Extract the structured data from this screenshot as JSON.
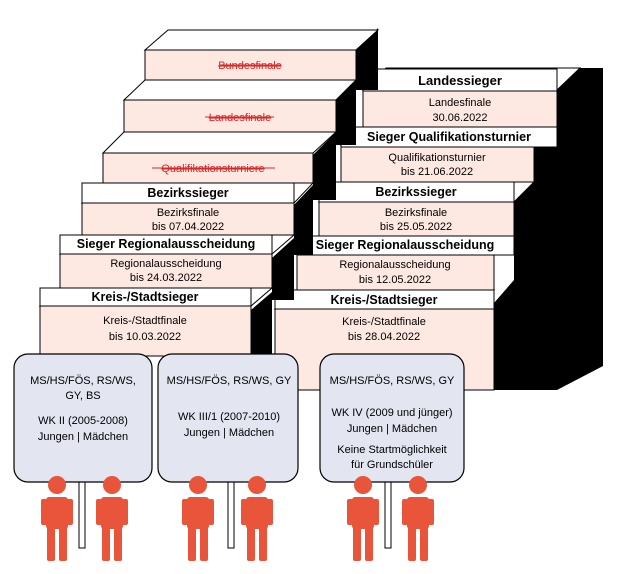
{
  "left_column": {
    "bundesfinale": "Bundesfinale",
    "landesfinale": "Landesfinale",
    "qualifikationsturniere": "Qualifikationsturniere",
    "bezirk": {
      "title": "Bezirkssieger",
      "line1": "Bezirksfinale",
      "line2": "bis 07.04.2022"
    },
    "regional": {
      "title": "Sieger Regionalausscheidung",
      "line1": "Regionalausscheidung",
      "line2": "bis 24.03.2022"
    },
    "kreis": {
      "title": "Kreis-/Stadtsieger",
      "line1": "Kreis-/Stadtfinale",
      "line2": "bis 10.03.2022"
    }
  },
  "right_column": {
    "landes": {
      "title": "Landessieger",
      "line1": "Landesfinale",
      "line2": "30.06.2022"
    },
    "quali": {
      "title": "Sieger Qualifikationsturnier",
      "line1": "Qualifikationsturnier",
      "line2": "bis 21.06.2022"
    },
    "bezirk": {
      "title": "Bezirkssieger",
      "line1": "Bezirksfinale",
      "line2": "bis 25.05.2022"
    },
    "regional": {
      "title": "Sieger Regionalausscheidung",
      "line1": "Regionalausscheidung",
      "line2": "bis 12.05.2022"
    },
    "kreis": {
      "title": "Kreis-/Stadtsieger",
      "line1": "Kreis-/Stadtfinale",
      "line2": "bis 28.04.2022"
    }
  },
  "signs": [
    {
      "schools1": "MS/HS/FÖS, RS/WS,",
      "schools2": "GY, BS",
      "wk": "WK II (2005-2008)",
      "gender": "Jungen | Mädchen"
    },
    {
      "schools1": "MS/HS/FÖS, RS/WS, GY",
      "wk": "WK III/1 (2007-2010)",
      "gender": "Jungen | Mädchen"
    },
    {
      "schools1": "MS/HS/FÖS, RS/WS, GY",
      "wk": "WK IV (2009 und jünger)",
      "gender": "Jungen | Mädchen",
      "note1": "Keine Startmöglichkeit",
      "note2": "für Grundschüler"
    }
  ],
  "colors": {
    "step_face": "#fde9e2",
    "step_top": "#ffffff",
    "step_side": "#000000",
    "sign_fill": "#e3e5f1",
    "figure": "#e8553a",
    "strike_text": "#d42a2a"
  }
}
